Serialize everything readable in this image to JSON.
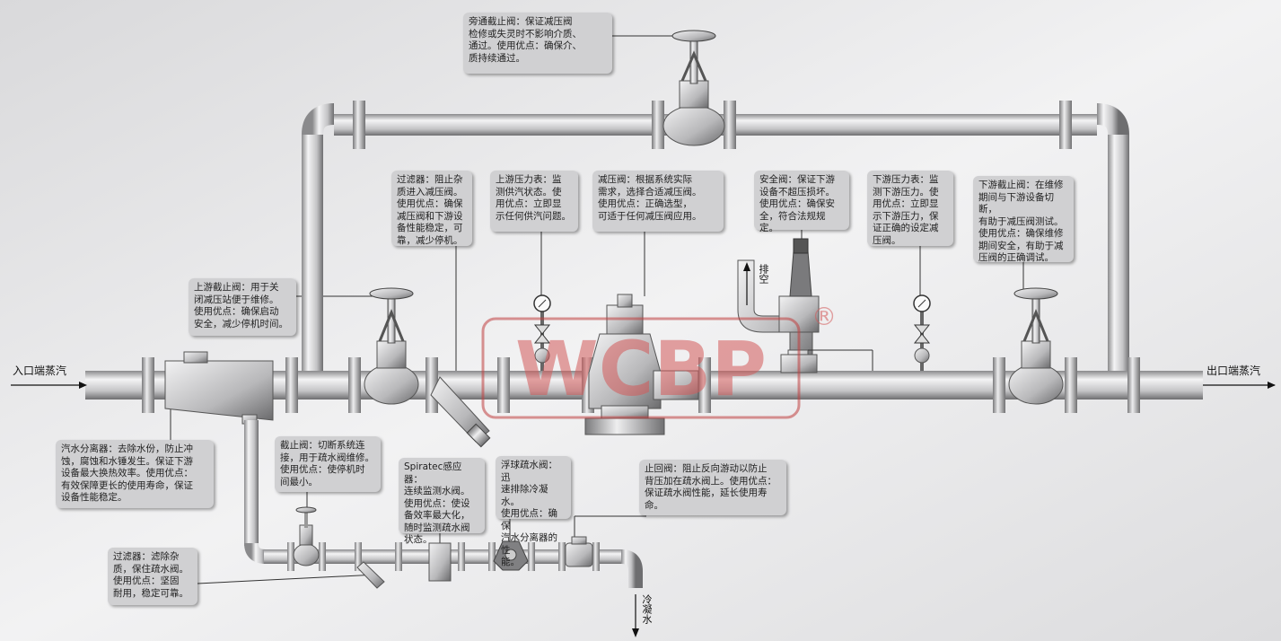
{
  "labels": {
    "inlet": "入口端蒸汽",
    "outlet": "出口端蒸汽",
    "exhaust": "排空",
    "condensate": "冷凝水",
    "logo": "WCBP",
    "registered": "®"
  },
  "notes": {
    "bypass_valve": "旁通截止阀：保证减压阀\n检修或失灵时不影响介质、\n通过。使用优点：确保介、\n质持续通过。",
    "upstream_valve": "上游截止阀：用于关\n闭减压站便于维修。\n使用优点：确保启动\n安全，减少停机时间。",
    "strainer_main": "过滤器：阻止杂\n质进入减压阀。\n使用优点：确保\n减压阀和下游设\n备性能稳定，可\n靠，减少停机。",
    "upstream_gauge": "上游压力表：监\n测供汽状态。使\n用优点：立即显\n示任何供汽问题。",
    "prv": "减压阀：根据系统实际\n需求，选择合适减压阀。\n使用优点：正确选型，\n可适于任何减压阀应用。",
    "safety_valve": "安全阀：保证下游\n设备不超压损坏。\n使用优点：确保安\n全，符合法规规定。",
    "downstream_gauge": "下游压力表：监\n测下游压力。使\n用优点：立即显\n示下游压力，保\n证正确的设定减\n压阀。",
    "downstream_valve": "下游截止阀：在维修\n期间与下游设备切断，\n有助于减压阀测试。\n使用优点：确保维修\n期间安全，有助于减\n压阀的正确调试。",
    "separator": "汽水分离器：去除水份，防止冲\n蚀，腐蚀和水锤发生。保证下游\n设备最大换热效率。使用优点：\n有效保障更长的使用寿命，保证\n设备性能稳定。",
    "drain_valve": "截止阀：切断系统连\n接，用于疏水阀维修。\n使用优点：使停机时\n间最小。",
    "spiratec": "Spiratec感应器：\n连续监测水阀。\n使用优点：使设\n备效率最大化，\n随时监测疏水阀\n状态。",
    "float_trap": "浮球疏水阀：迅\n速排除冷凝水。\n使用优点：确保\n汽水分离器的性\n能。",
    "check_valve": "止回阀：阻止反向游动以防止\n背压加在疏水阀上。使用优点：\n保证疏水阀性能，延长使用寿\n命。",
    "strainer_drain": "过滤器：滤除杂\n质，保住疏水阀。\n使用优点：坚固\n耐用，稳定可靠。"
  }
}
